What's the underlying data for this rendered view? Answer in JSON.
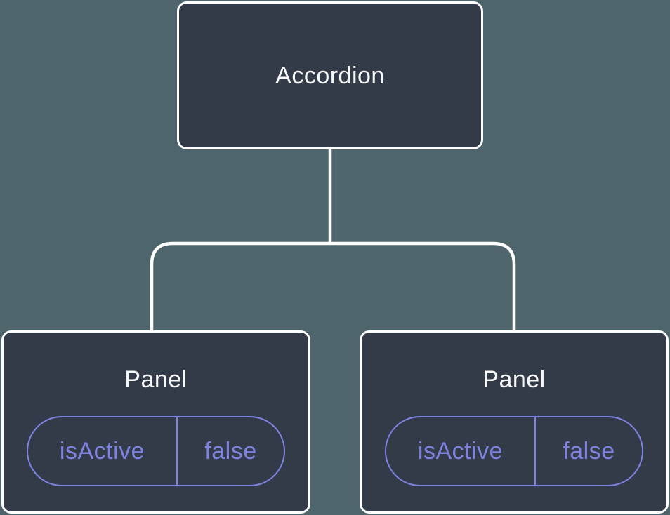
{
  "diagram": {
    "root": {
      "label": "Accordion"
    },
    "children": [
      {
        "label": "Panel",
        "state": {
          "name": "isActive",
          "value": "false"
        }
      },
      {
        "label": "Panel",
        "state": {
          "name": "isActive",
          "value": "false"
        }
      }
    ],
    "colors": {
      "background": "#4f656c",
      "node_fill": "#343b48",
      "node_border": "#ffffff",
      "title_text": "#f6f8fa",
      "state_accent": "#7e83e2",
      "connector": "#ffffff"
    }
  }
}
